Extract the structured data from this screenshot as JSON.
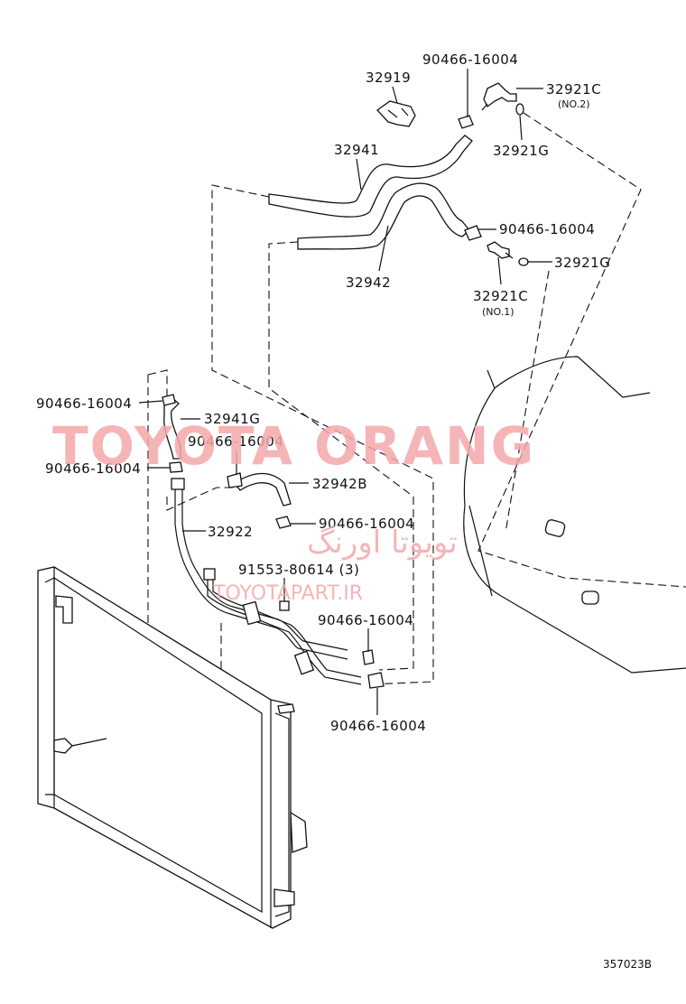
{
  "diagram_id": "357023B",
  "labels": {
    "p32919": "32919",
    "p90466_top": "90466-16004",
    "p32921c_no2": "32921C",
    "no2": "(NO.2)",
    "p32941": "32941",
    "p32921g_top": "32921G",
    "p90466_mid": "90466-16004",
    "p32942": "32942",
    "p32921g_right": "32921G",
    "p32921c_no1": "32921C",
    "no1": "(NO.1)",
    "p90466_left1": "90466-16004",
    "p32941g": "32941G",
    "p90466_left2": "90466-16004",
    "p90466_center": "90466-16004",
    "p32942b": "32942B",
    "p90466_right": "90466-16004",
    "p32922": "32922",
    "p91553": "91553-80614 (3)",
    "p90466_low1": "90466-16004",
    "p90466_low2": "90466-16004"
  },
  "watermark": {
    "main": "TOYOTA ORANG",
    "persian": "تویوتا اورنگ",
    "url": "TOYOTAPART.IR",
    "color": "#f4a9ab"
  }
}
